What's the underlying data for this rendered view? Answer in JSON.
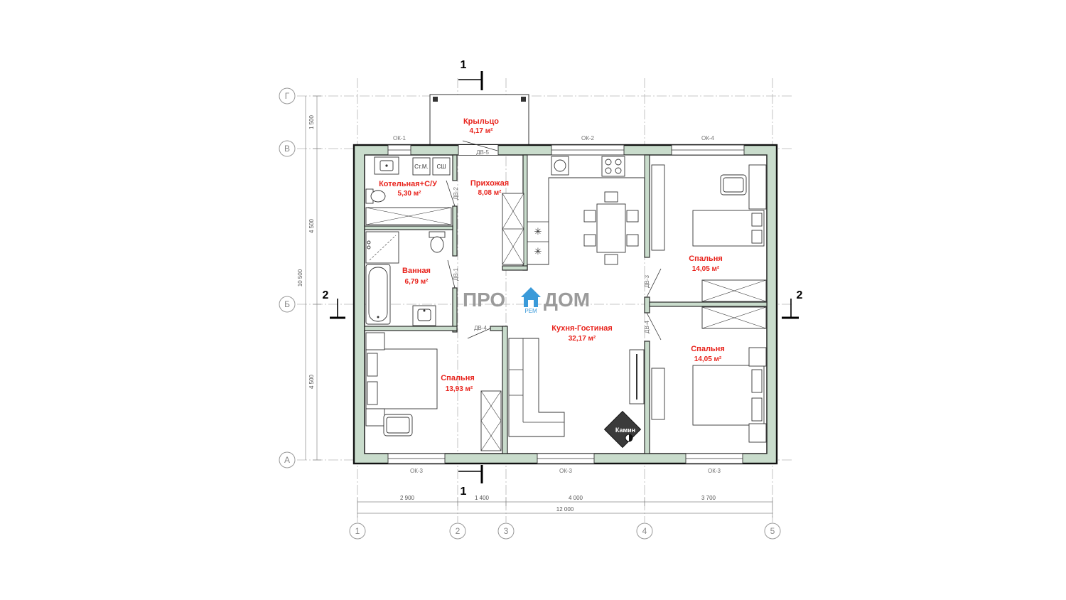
{
  "axes": {
    "rows": [
      "Г",
      "В",
      "Б",
      "А"
    ],
    "cols": [
      "1",
      "2",
      "3",
      "4",
      "5"
    ]
  },
  "rooms": {
    "porch": {
      "name": "Крыльцо",
      "area": "4,17 м²"
    },
    "boiler": {
      "name": "Котельная+С/У",
      "area": "5,30 м²"
    },
    "hall": {
      "name": "Прихожая",
      "area": "8,08 м²"
    },
    "bath": {
      "name": "Ванная",
      "area": "6,79 м²"
    },
    "kitchen": {
      "name": "Кухня-Гостиная",
      "area": "32,17 м²"
    },
    "bedroom_nw": {
      "name": "Спальня",
      "area": "14,05 м²"
    },
    "bedroom_se": {
      "name": "Спальня",
      "area": "14,05 м²"
    },
    "bedroom_sw": {
      "name": "Спальня",
      "area": "13,93 м²"
    }
  },
  "windows": {
    "ok1": "ОК-1",
    "ok2": "ОК-2",
    "ok4": "ОК-4",
    "ok3": "ОК-3"
  },
  "doors": {
    "dv5": "ДВ-5",
    "dv2": "ДВ-2",
    "dv1": "ДВ-1",
    "dv4": "ДВ-4",
    "dv3": "ДВ-3"
  },
  "fixtures": {
    "washer": "Ст.М.",
    "dryer": "СШ",
    "fireplace": "Камин"
  },
  "logo": {
    "left": "ПРО",
    "right": "ДОМ",
    "sub": "РЕМ",
    "house_color": "#3a9ad9"
  },
  "section_mark": "1",
  "section_mark_2": "2",
  "dimensions": {
    "left": [
      "1 500",
      "4 500",
      "10 500",
      "4 500"
    ],
    "bottom": [
      "2 900",
      "1 400",
      "4 000",
      "3 700"
    ],
    "total": "12 000"
  },
  "colors": {
    "wall_fill": "#c9dccc",
    "room_label": "#e8231c"
  }
}
